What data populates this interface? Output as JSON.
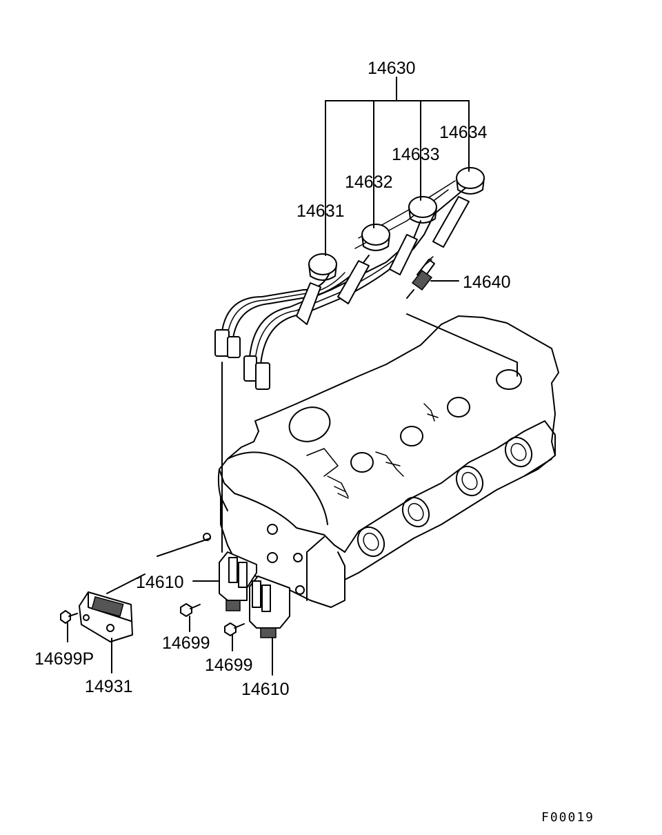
{
  "diagram": {
    "figure_code": "F00019",
    "labels": {
      "wire_set": "14630",
      "wire_1": "14631",
      "wire_2": "14632",
      "wire_3": "14633",
      "wire_4": "14634",
      "spark_plug": "14640",
      "coil_a": "14610",
      "coil_b": "14610",
      "bolt_a": "14699",
      "bolt_b": "14699",
      "bolt_p": "14699P",
      "igniter": "14931"
    }
  }
}
